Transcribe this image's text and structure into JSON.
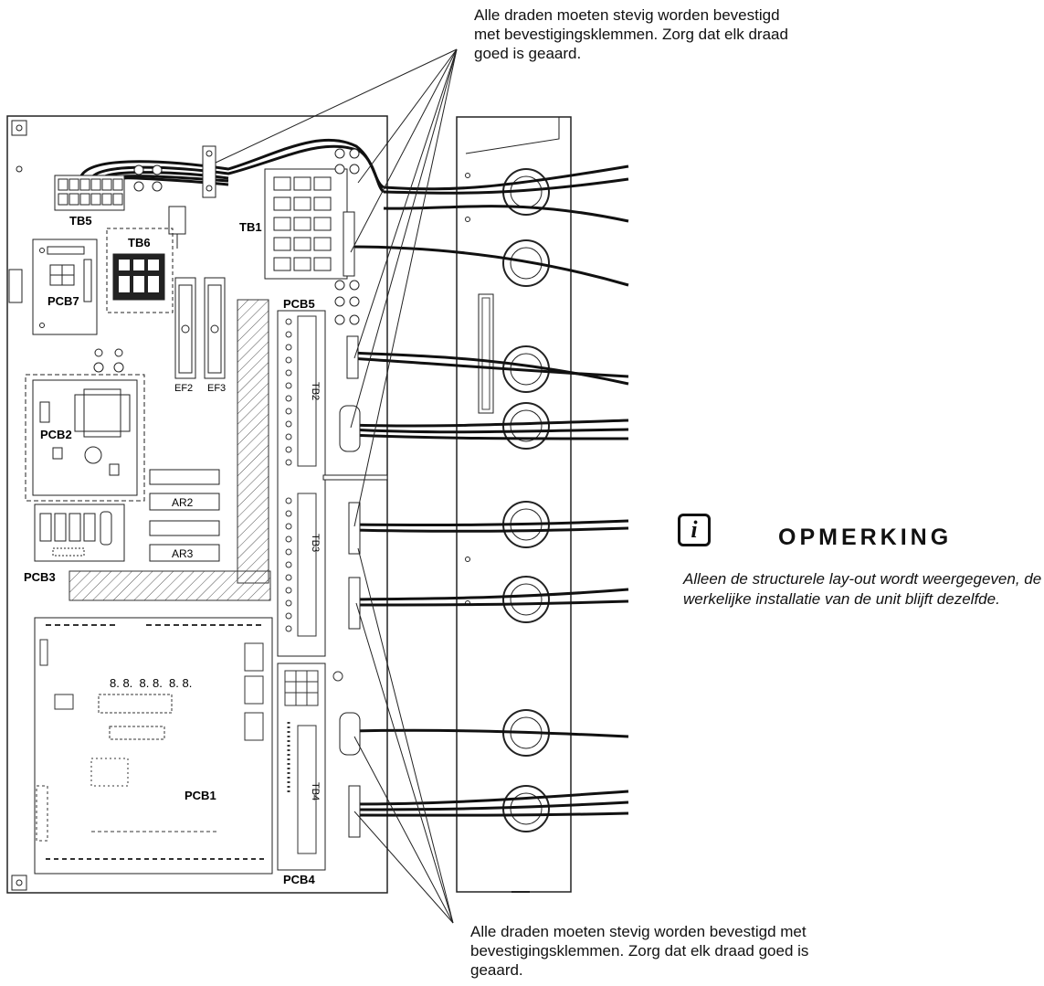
{
  "callouts": {
    "top": "Alle draden moeten stevig worden bevestigd\nmet bevestigingsklemmen. Zorg dat elk draad\ngoed is geaard.",
    "bottom": "Alle draden moeten stevig worden bevestigd met\nbevestigingsklemmen. Zorg dat elk draad goed is\ngeaard."
  },
  "note": {
    "icon": "info-icon",
    "icon_glyph": "i",
    "heading": "OPMERKING",
    "body": "Alleen de structurele lay-out wordt weergegeven, de werkelijke installatie van de unit blijft dezelfde."
  },
  "labels": {
    "tb5": "TB5",
    "tb1": "TB1",
    "tb6": "TB6",
    "pcb7": "PCB7",
    "pcb5": "PCB5",
    "ef2": "EF2",
    "ef3": "EF3",
    "pcb2": "PCB2",
    "tb2": "TB2",
    "ar2": "AR2",
    "ar3": "AR3",
    "tb3": "TB3",
    "pcb3": "PCB3",
    "pcb1": "PCB1",
    "tb4": "TB4",
    "pcb4": "PCB4",
    "segment_display": "8. 8.  8. 8.  8. 8."
  }
}
